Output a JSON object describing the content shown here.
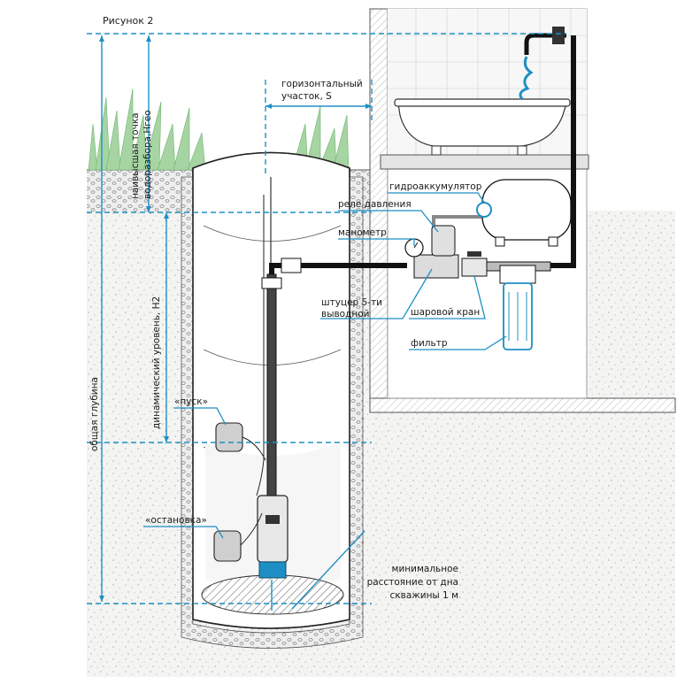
{
  "figure": {
    "title": "Рисунок 2",
    "labels": {
      "horizontal_section": [
        "горизонтальный",
        "участок, S"
      ],
      "highest_point": [
        "наивысшая точка",
        "водоразбора,Hгео"
      ],
      "dynamic_level": "динамический уровень, H2",
      "total_depth": "общая глубина",
      "accumulator": "гидроаккумулятор",
      "pressure_relay": "реле давления",
      "manometer": "манометр",
      "fitting": [
        "штуцер 5-ти",
        "выводной"
      ],
      "ball_valve": "шаровой кран",
      "filter": "фильтр",
      "start": "«пуск»",
      "stop": "«остановка»",
      "min_distance": [
        "минимальное",
        "расстояние от дна",
        "скважины 1 м"
      ]
    }
  },
  "colors": {
    "accent": "#1e8fc4",
    "ink": "#1a1a1a",
    "pipe": "#111111",
    "grass": "#6db56d"
  }
}
